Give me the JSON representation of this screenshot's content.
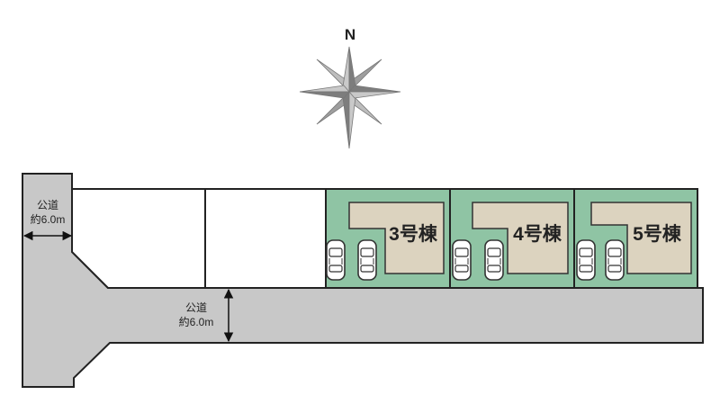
{
  "compass": {
    "north_label": "N",
    "icon": "compass-rose-icon"
  },
  "roads": {
    "west": {
      "name": "公道",
      "width": "約6.0m"
    },
    "south": {
      "name": "公道",
      "width": "約6.0m"
    }
  },
  "lots": [
    {
      "id": "lot-1",
      "label": "",
      "highlighted": false,
      "car_spaces": 0
    },
    {
      "id": "lot-2",
      "label": "",
      "highlighted": false,
      "car_spaces": 0
    },
    {
      "id": "lot-3",
      "label": "3号棟",
      "highlighted": true,
      "car_spaces": 2
    },
    {
      "id": "lot-4",
      "label": "4号棟",
      "highlighted": true,
      "car_spaces": 2
    },
    {
      "id": "lot-5",
      "label": "5号棟",
      "highlighted": true,
      "car_spaces": 2
    }
  ],
  "colors": {
    "road": "#c8c8c8",
    "lot_highlight": "#8fc4a4",
    "building": "#dcd3bf",
    "outline": "#222222",
    "compass": "#8c8c8c"
  }
}
